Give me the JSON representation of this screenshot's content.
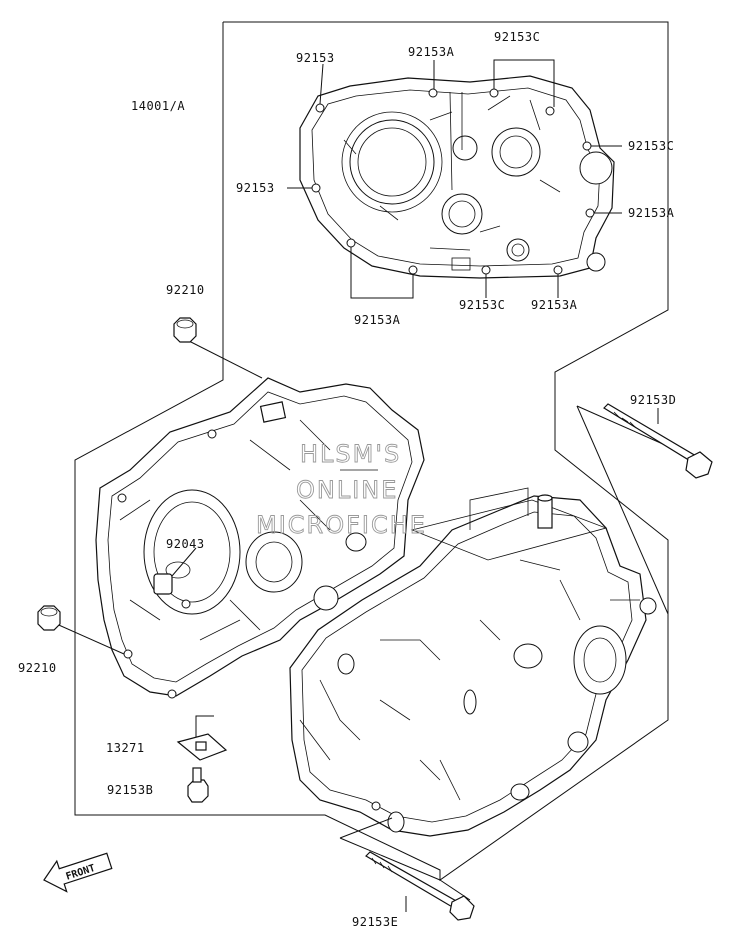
{
  "labels": {
    "crankcase": "14001/A",
    "upper_bolt": "92153",
    "upper_bolt_a_top": "92153A",
    "upper_bolt_c_top": "92153C",
    "right_bolt_c": "92153C",
    "left_bolt": "92153",
    "right_bolt_a": "92153A",
    "bottom_bolt_a_left": "92153A",
    "bottom_bolt_c": "92153C",
    "bottom_bolt_a_right": "92153A",
    "dowel_upper": "92210",
    "long_bolt_d": "92153D",
    "bearing": "92043",
    "dowel_lower": "92210",
    "bracket": "13271",
    "bracket_bolt": "92153B",
    "long_bolt_e": "92153E"
  },
  "watermark": [
    "HLSM'S",
    "ONLINE",
    "MICROFICHE"
  ],
  "front_arrow": "FRONT",
  "colors": {
    "ink": "#111111",
    "paper": "#ffffff",
    "watermark": "#9a9a9a"
  }
}
